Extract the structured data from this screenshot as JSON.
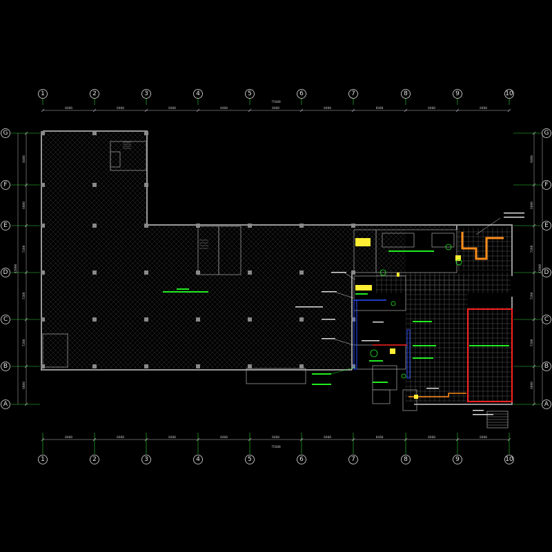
{
  "drawing": {
    "background": "#000000",
    "colors": {
      "wall": "#9a9a9a",
      "wall_bright": "#d0d0d0",
      "grid_axis": "#2fd92f",
      "dimension": "#bfbfbf",
      "axis_circle": "#e8e8e8",
      "hatch": "#3a3a3a",
      "annotation_green": "#22ee22",
      "duct_red": "#ff2020",
      "duct_blue": "#2a4dff",
      "duct_orange": "#ff8c1a",
      "equipment_yellow": "#ffee33",
      "column": "#8a8a8a"
    },
    "column_axes": [
      "1",
      "2",
      "3",
      "4",
      "5",
      "6",
      "7",
      "8",
      "9",
      "10"
    ],
    "row_axes": [
      "A",
      "B",
      "C",
      "D",
      "E",
      "F",
      "G"
    ],
    "top_dimensions": {
      "total": "75600",
      "spans": [
        "8400",
        "8400",
        "8400",
        "8400",
        "8400",
        "8400",
        "8400",
        "8400",
        "8400"
      ]
    },
    "bottom_dimensions": {
      "total": "75600",
      "spans": [
        "8400",
        "8400",
        "8400",
        "8400",
        "8400",
        "8400",
        "8400",
        "8400",
        "8400"
      ]
    },
    "left_dimensions": {
      "total": "42000",
      "spans": [
        "6000",
        "7200",
        "7200",
        "7200",
        "6000",
        "8400"
      ]
    },
    "right_dimensions": {
      "total": "42000",
      "spans": [
        "6000",
        "7200",
        "7200",
        "7200",
        "6000",
        "8400"
      ]
    }
  }
}
